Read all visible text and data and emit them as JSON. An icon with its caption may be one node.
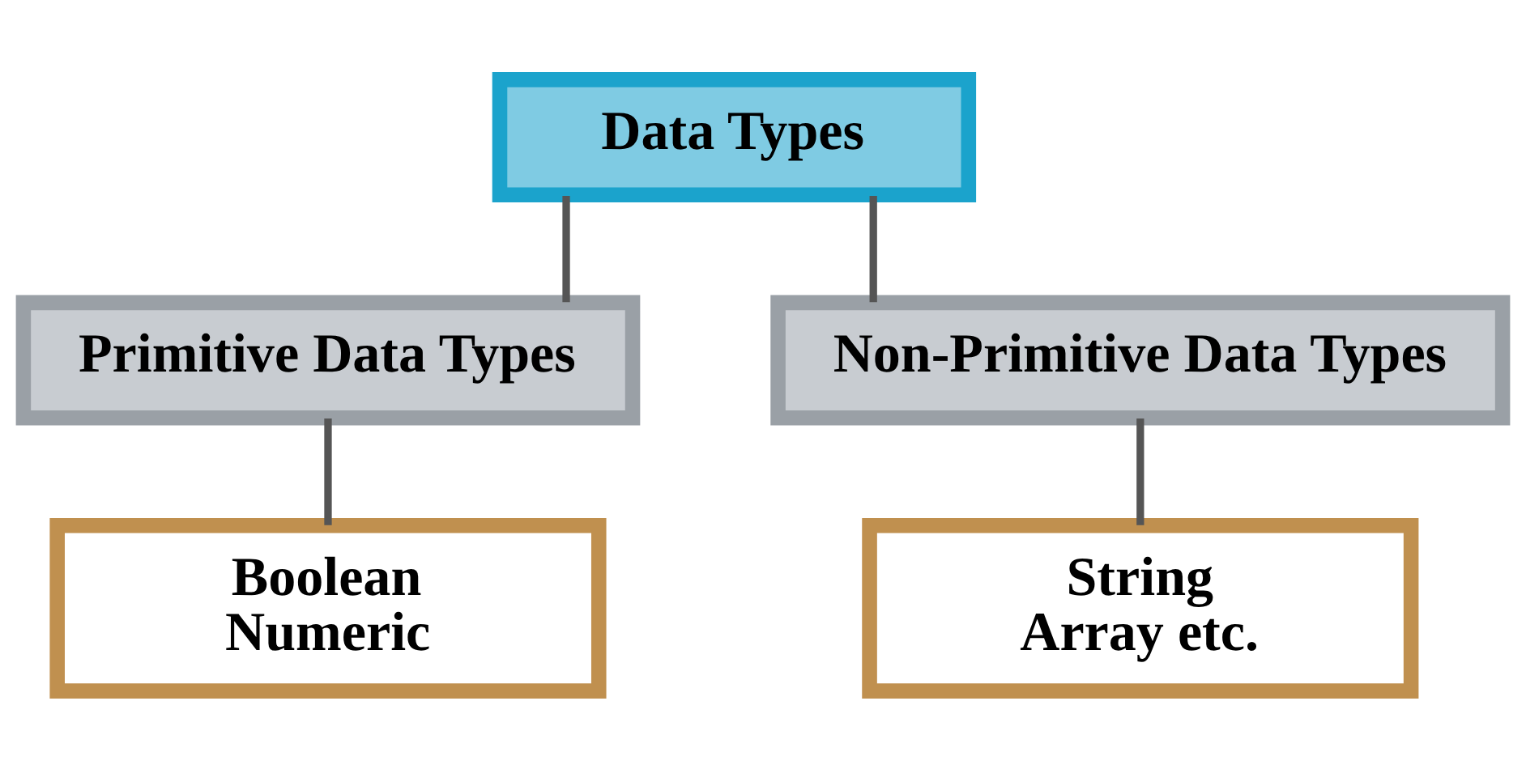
{
  "diagram": {
    "nodes": [
      {
        "text": [
          "Data Types"
        ]
      },
      {
        "text": [
          "Primitive Data Types"
        ]
      },
      {
        "text": [
          "Non-Primitive Data Types"
        ]
      },
      {
        "text": [
          "Boolean",
          "Numeric"
        ]
      },
      {
        "text": [
          "String",
          "Array etc."
        ]
      }
    ],
    "edges": [
      {
        "from": 0,
        "to": 1,
        "arrow": "none"
      },
      {
        "from": 0,
        "to": 2,
        "arrow": "none"
      },
      {
        "from": 1,
        "to": 3,
        "arrow": "none"
      },
      {
        "from": 2,
        "to": 4,
        "arrow": "none"
      }
    ]
  }
}
